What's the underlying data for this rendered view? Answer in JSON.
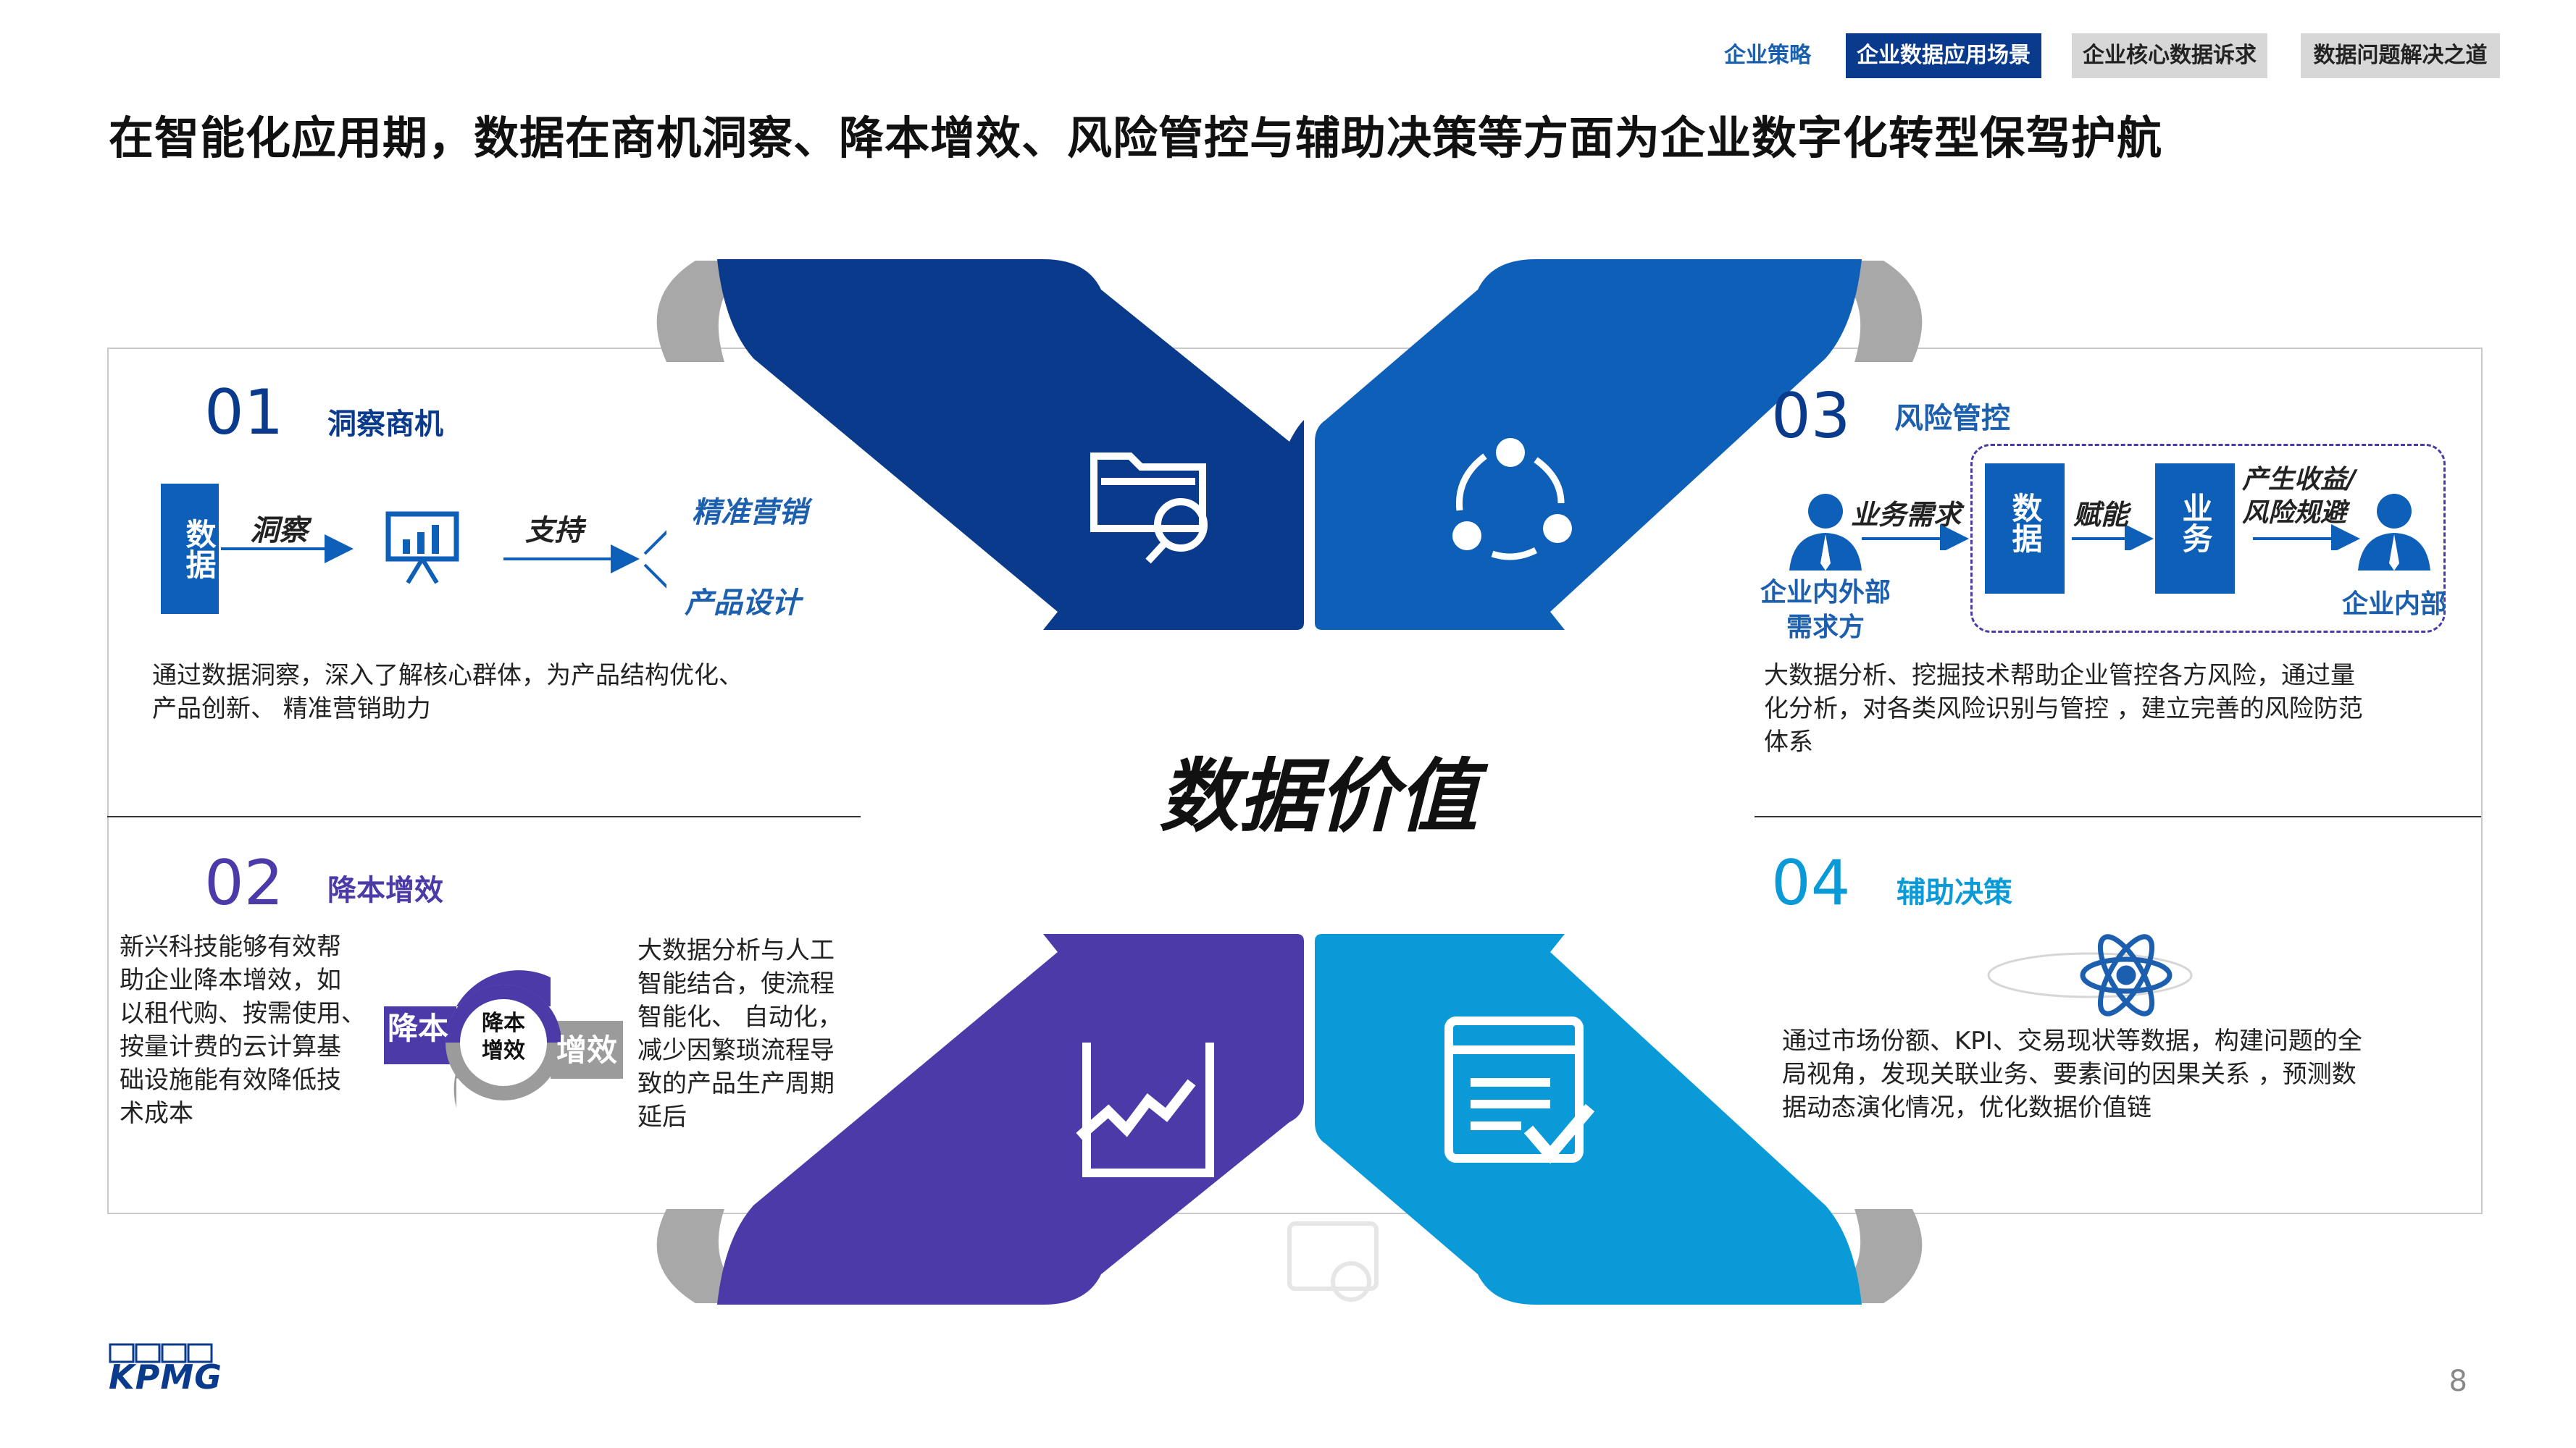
{
  "nav": {
    "tabs": [
      {
        "label": "企业策略",
        "state": "plain"
      },
      {
        "label": "企业数据应用场景",
        "state": "active"
      },
      {
        "label": "企业核心数据诉求",
        "state": "grey"
      },
      {
        "label": "数据问题解决之道",
        "state": "grey"
      }
    ]
  },
  "headline": "在智能化应用期，数据在商机洞察、降本增效、风险管控与辅助决策等方面为企业数字化转型保驾护航",
  "center_title": "数据价值",
  "sections": {
    "s01": {
      "num": "01",
      "title": "洞察商机",
      "diagram": {
        "data_box": "数据",
        "arrow1": "洞察",
        "arrow2": "支持",
        "out1": "精准营销",
        "out2": "产品设计"
      },
      "text": [
        "通过数据洞察，深入了解核心群体，为产品结构优化、",
        "产品创新、 精准营销助力"
      ]
    },
    "s02": {
      "num": "02",
      "title": "降本增效",
      "left_text": [
        "新兴科技能够有效帮",
        "助企业降本增效，如",
        "以租代购、按需使用、",
        "按量计费的云计算基",
        "础设施能有效降低技",
        "术成本"
      ],
      "circle_left": "降本",
      "circle_center": [
        "降本",
        "增效"
      ],
      "circle_right": "增效",
      "right_text": [
        "大数据分析与人工",
        "智能结合，使流程",
        "智能化、 自动化，",
        "减少因繁琐流程导",
        "致的产品生产周期",
        "延后"
      ]
    },
    "s03": {
      "num": "03",
      "title": "风险管控",
      "diagram": {
        "left_person": [
          "企业内外部",
          "需求方"
        ],
        "arrow1": "业务需求",
        "box1": "数据",
        "arrow2": "赋能",
        "box2": "业务",
        "arrow3": [
          "产生收益/",
          "风险规避"
        ],
        "right_person": "企业内部"
      },
      "text": [
        "大数据分析、挖掘技术帮助企业管控各方风险，通过量",
        "化分析，对各类风险识别与管控 ，建立完善的风险防范",
        "体系"
      ]
    },
    "s04": {
      "num": "04",
      "title": "辅助决策",
      "text": [
        "通过市场份额、KPI、交易现状等数据，构建问题的全",
        "局视角，发现关联业务、要素间的因果关系 ，预测数",
        "据动态演化情况，优化数据价值链"
      ]
    }
  },
  "colors": {
    "navy": "#0a3a8c",
    "blue": "#0d5fb8",
    "purple": "#4b3aa8",
    "cyan": "#0a9ad8",
    "grey_swoosh": "#a8a8a8"
  },
  "icons": [
    "folder-search-icon",
    "cycle-arrows-icon",
    "growth-chart-icon",
    "checklist-icon",
    "presentation-chart-icon",
    "person-icon",
    "atom-icon"
  ],
  "footer": {
    "logo": "KPMG",
    "page": "8"
  }
}
